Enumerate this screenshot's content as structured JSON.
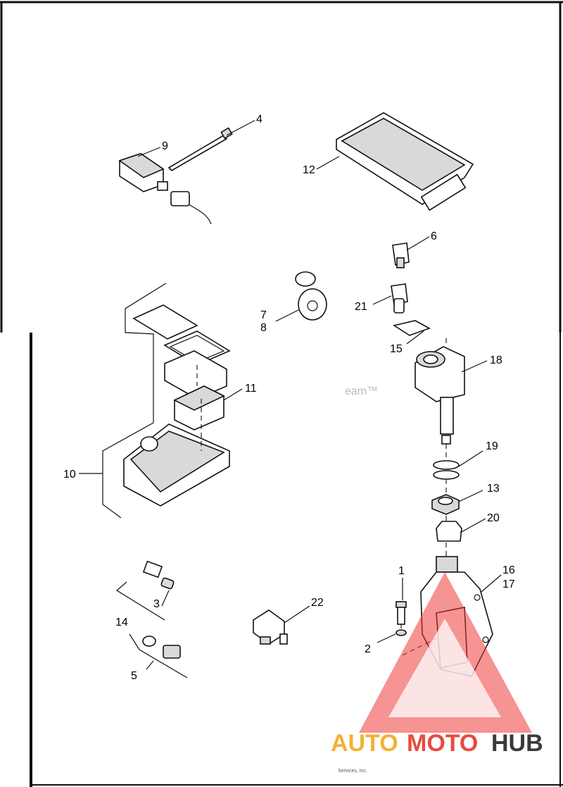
{
  "diagram": {
    "labels": [
      "1",
      "2",
      "3",
      "4",
      "5",
      "6",
      "7",
      "8",
      "9",
      "10",
      "11",
      "12",
      "13",
      "14",
      "15",
      "16",
      "17",
      "18",
      "19",
      "20",
      "21",
      "22"
    ],
    "watermark_tm": "eam™",
    "footer_credit": "Services, Inc."
  },
  "logo": {
    "text_auto": "AUTO",
    "text_moto": "MOTO",
    "text_hub": "HUB",
    "colors": {
      "auto": "#f2b234",
      "moto": "#e84a3e",
      "hub": "#3a3a3a",
      "triangle": "#ee3a3a"
    }
  }
}
